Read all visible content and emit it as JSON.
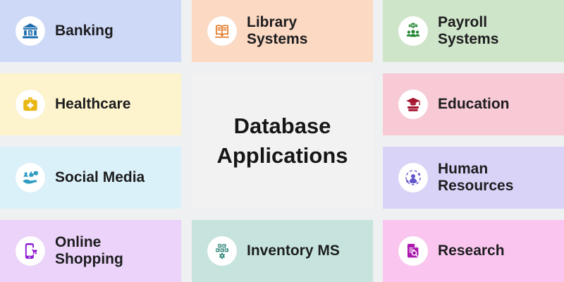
{
  "page": {
    "background": "#eef0f1"
  },
  "center": {
    "title": "Database Applications",
    "background": "#f2f2f2"
  },
  "cards": {
    "banking": {
      "label": "Banking",
      "background": "#ced9f8",
      "icon": "bank-icon",
      "icon_color": "#1c6dad"
    },
    "library": {
      "label": "Library Systems",
      "background": "#fbd9c3",
      "icon": "open-book-icon",
      "icon_color": "#e2731e"
    },
    "payroll": {
      "label": "Payroll Systems",
      "background": "#cfe5c9",
      "icon": "payroll-people-icon",
      "icon_color": "#218531"
    },
    "healthcare": {
      "label": "Healthcare",
      "background": "#fdf3cd",
      "icon": "first-aid-kit-icon",
      "icon_color": "#e9b713"
    },
    "education": {
      "label": "Education",
      "background": "#f7cad6",
      "icon": "graduation-cap-icon",
      "icon_color": "#a5152f"
    },
    "social": {
      "label": "Social Media",
      "background": "#daf1f9",
      "icon": "social-hand-icon",
      "icon_color": "#2f9cc2"
    },
    "hr": {
      "label": "Human Resources",
      "background": "#dad3f8",
      "icon": "person-network-icon",
      "icon_color": "#6356cb"
    },
    "shopping": {
      "label": "Online Shopping",
      "background": "#ebd3f9",
      "icon": "mobile-cart-icon",
      "icon_color": "#8d1bd2"
    },
    "inventory": {
      "label": "Inventory MS",
      "background": "#c6e4dd",
      "icon": "crates-gear-icon",
      "icon_color": "#398b80"
    },
    "research": {
      "label": "Research",
      "background": "#fac6ef",
      "icon": "document-search-icon",
      "icon_color": "#aa17ad"
    }
  }
}
